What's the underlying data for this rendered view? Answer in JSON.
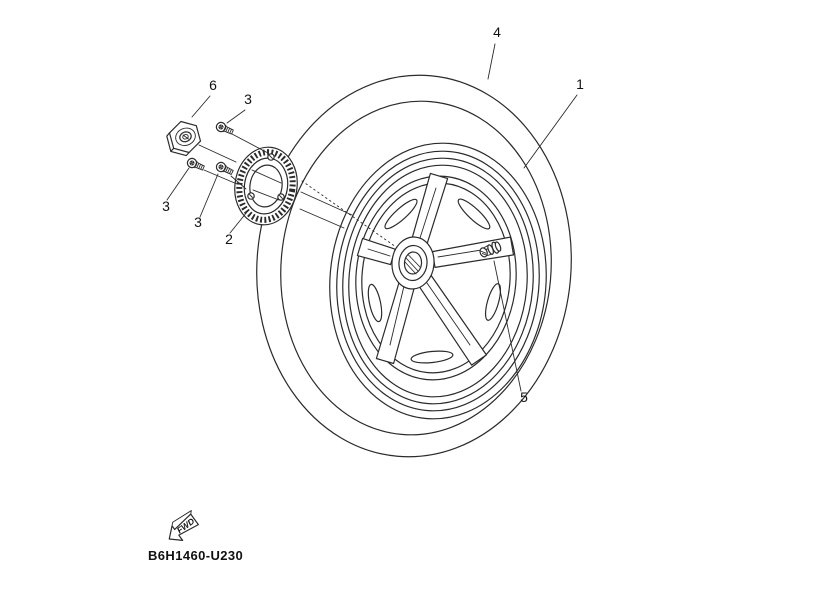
{
  "diagram": {
    "part_code": "B6H1460-U230",
    "fwd_label": "FWD",
    "callouts": [
      {
        "ref": "4"
      },
      {
        "ref": "1"
      },
      {
        "ref": "6"
      },
      {
        "ref": "3"
      },
      {
        "ref": "3"
      },
      {
        "ref": "3"
      },
      {
        "ref": "2"
      },
      {
        "ref": "5"
      }
    ],
    "colors": {
      "line": "#2b2b2b",
      "text": "#111111",
      "background": "#ffffff"
    }
  }
}
